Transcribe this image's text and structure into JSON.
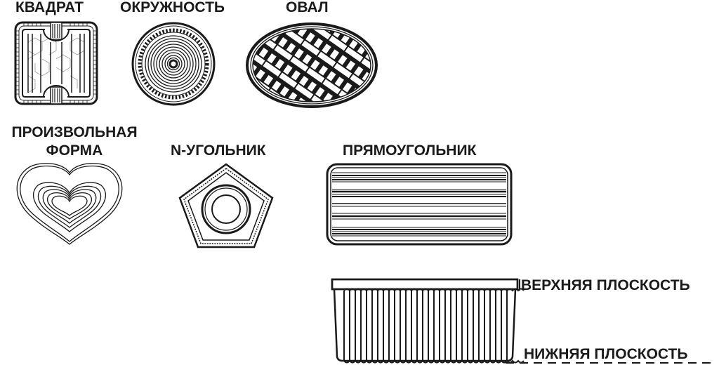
{
  "shapes": {
    "square": {
      "label": "КВАДРАТ"
    },
    "circle": {
      "label": "ОКРУЖНОСТЬ"
    },
    "oval": {
      "label": "ОВАЛ"
    },
    "freeform": {
      "label_line1": "ПРОИЗВОЛЬНАЯ",
      "label_line2": "ФОРМА"
    },
    "polygon": {
      "label": "N-УГОЛЬНИК"
    },
    "rectangle": {
      "label": "ПРЯМОУГОЛЬНИК"
    }
  },
  "side_view": {
    "top_plane": "ВЕРХНЯЯ ПЛОСКОСТЬ",
    "bottom_plane": "НИЖНЯЯ ПЛОСКОСТЬ"
  },
  "colors": {
    "ink": "#1a1a1a",
    "background": "#ffffff"
  }
}
